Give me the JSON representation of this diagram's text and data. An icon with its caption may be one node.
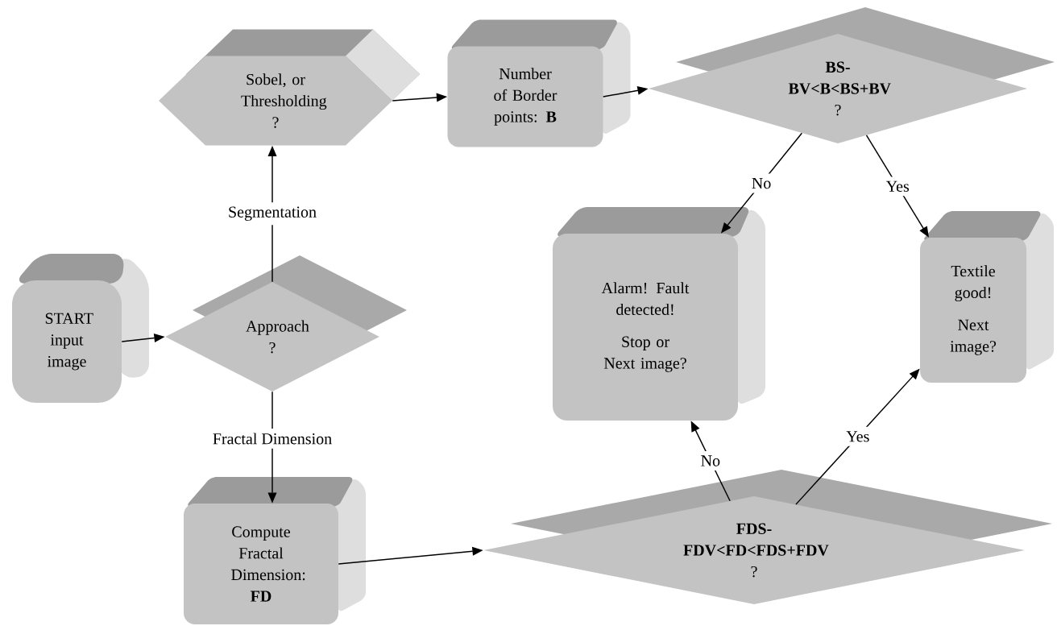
{
  "diagram": {
    "nodes": [
      {
        "text": [
          "START input image"
        ]
      },
      {
        "text": [
          "Approach ?"
        ]
      },
      {
        "text": [
          "Sobel, or Thresholding ?"
        ]
      },
      {
        "text": [
          "Number of Border points: **B**"
        ]
      },
      {
        "text": [
          "**BS-BV<B<BS+BV** ?"
        ]
      },
      {
        "text": [
          "Alarm! Fault detected!",
          "Stop or Next image?"
        ]
      },
      {
        "text": [
          "Textile good!",
          "Next image?"
        ]
      },
      {
        "text": [
          "Compute Fractal Dimension: **FD**"
        ]
      },
      {
        "text": [
          "**FDS-FDV<FD<FDS+FDV** ?"
        ]
      }
    ],
    "edges": [
      {
        "from": 0,
        "to": 1,
        "arrow": "to"
      },
      {
        "from": 1,
        "to": 2,
        "arrow": "to",
        "label": "Segmentation"
      },
      {
        "from": 2,
        "to": 3,
        "arrow": "to"
      },
      {
        "from": 3,
        "to": 4,
        "arrow": "to"
      },
      {
        "from": 4,
        "to": 5,
        "arrow": "to",
        "label": "No"
      },
      {
        "from": 4,
        "to": 6,
        "arrow": "to",
        "label": "Yes"
      },
      {
        "from": 1,
        "to": 7,
        "arrow": "to",
        "label": "Fractal Dimension"
      },
      {
        "from": 7,
        "to": 8,
        "arrow": "to"
      },
      {
        "from": 8,
        "to": 5,
        "arrow": "to",
        "label": "No"
      },
      {
        "from": 8,
        "to": 6,
        "arrow": "to",
        "label": "Yes"
      }
    ]
  }
}
